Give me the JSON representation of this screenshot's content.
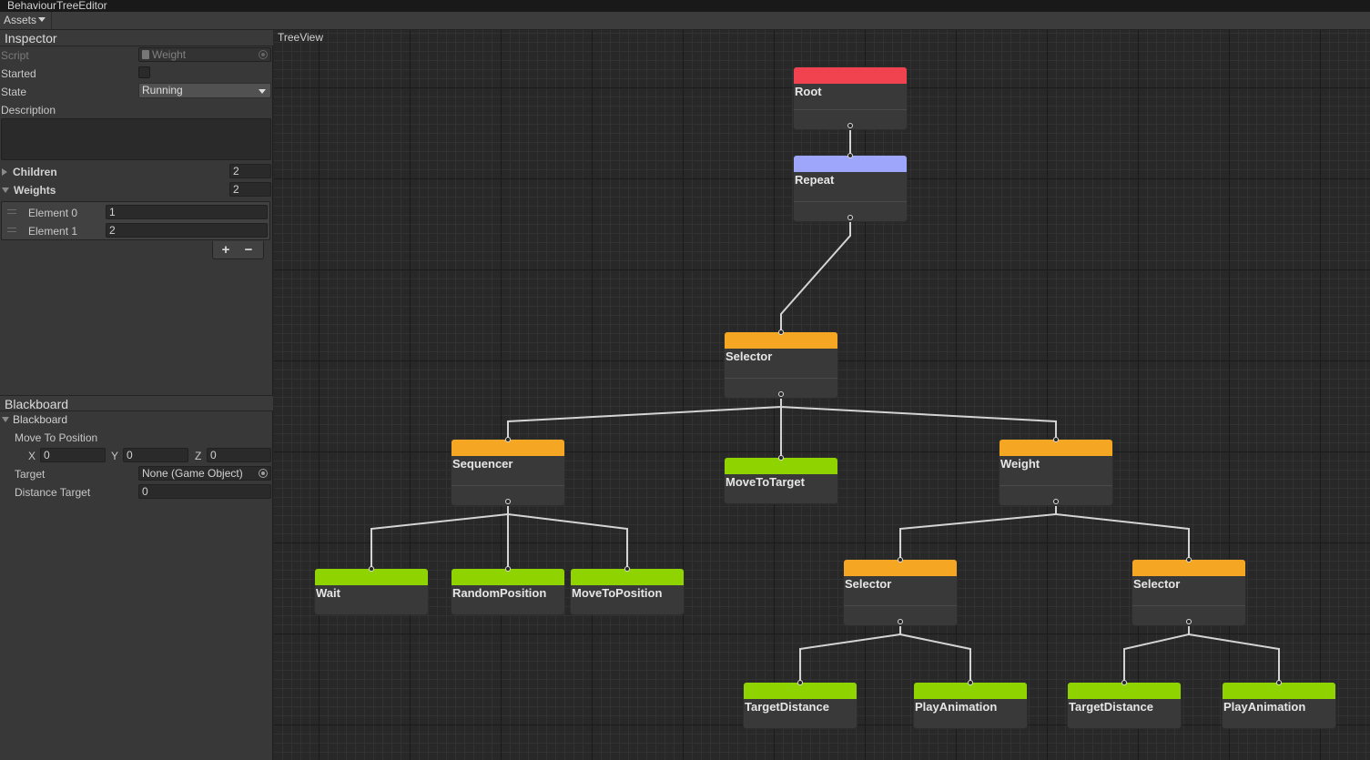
{
  "window": {
    "title": "BehaviourTreeEditor"
  },
  "toolbar": {
    "assets_label": "Assets"
  },
  "inspector": {
    "header": "Inspector",
    "script_label": "Script",
    "script_value": "Weight",
    "started_label": "Started",
    "state_label": "State",
    "state_value": "Running",
    "description_label": "Description",
    "children_label": "Children",
    "children_count": "2",
    "weights_label": "Weights",
    "weights_count": "2",
    "elements": [
      {
        "label": "Element 0",
        "value": "1"
      },
      {
        "label": "Element 1",
        "value": "2"
      }
    ],
    "add_label": "+",
    "remove_label": "−"
  },
  "blackboard": {
    "header": "Blackboard",
    "foldout_label": "Blackboard",
    "move_to_position_label": "Move To Position",
    "x_label": "X",
    "x_value": "0",
    "y_label": "Y",
    "y_value": "0",
    "z_label": "Z",
    "z_value": "0",
    "target_label": "Target",
    "target_value": "None (Game Object)",
    "distance_label": "Distance Target",
    "distance_value": "0"
  },
  "treeview": {
    "title": "TreeView",
    "colors": {
      "root": "#f0434f",
      "decorator": "#9ea6fb",
      "composite": "#f5a623",
      "action": "#8fd400"
    },
    "nodes": [
      {
        "id": "n0",
        "label": "Root",
        "kind": "root"
      },
      {
        "id": "n1",
        "label": "Repeat",
        "kind": "decorator"
      },
      {
        "id": "n2",
        "label": "Selector",
        "kind": "composite"
      },
      {
        "id": "n3",
        "label": "Sequencer",
        "kind": "composite"
      },
      {
        "id": "n4",
        "label": "MoveToTarget",
        "kind": "action"
      },
      {
        "id": "n5",
        "label": "Weight",
        "kind": "composite"
      },
      {
        "id": "n6",
        "label": "Wait",
        "kind": "action"
      },
      {
        "id": "n7",
        "label": "RandomPosition",
        "kind": "action"
      },
      {
        "id": "n8",
        "label": "MoveToPosition",
        "kind": "action"
      },
      {
        "id": "n9",
        "label": "Selector",
        "kind": "composite"
      },
      {
        "id": "n10",
        "label": "Selector",
        "kind": "composite"
      },
      {
        "id": "n11",
        "label": "TargetDistance",
        "kind": "action"
      },
      {
        "id": "n12",
        "label": "PlayAnimation",
        "kind": "action"
      },
      {
        "id": "n13",
        "label": "TargetDistance",
        "kind": "action"
      },
      {
        "id": "n14",
        "label": "PlayAnimation",
        "kind": "action"
      }
    ],
    "edges": [
      [
        "n0",
        "n1"
      ],
      [
        "n1",
        "n2"
      ],
      [
        "n2",
        "n3"
      ],
      [
        "n2",
        "n4"
      ],
      [
        "n2",
        "n5"
      ],
      [
        "n3",
        "n6"
      ],
      [
        "n3",
        "n7"
      ],
      [
        "n3",
        "n8"
      ],
      [
        "n5",
        "n9"
      ],
      [
        "n5",
        "n10"
      ],
      [
        "n9",
        "n11"
      ],
      [
        "n9",
        "n12"
      ],
      [
        "n10",
        "n13"
      ],
      [
        "n10",
        "n14"
      ]
    ]
  }
}
